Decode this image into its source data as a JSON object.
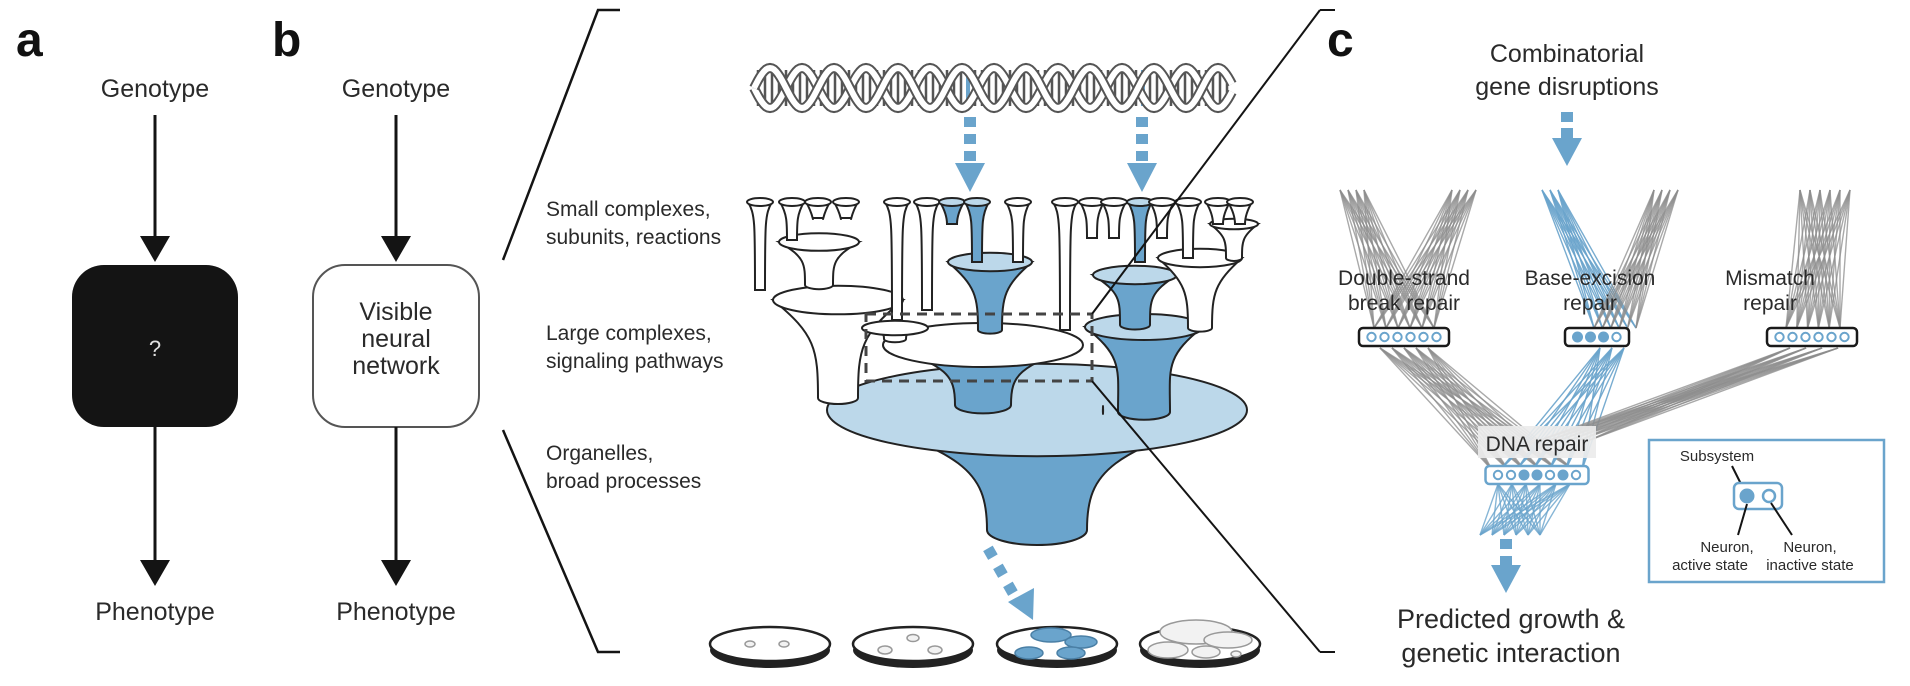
{
  "colors": {
    "accent_blue": "#6aa4cc",
    "light_blue": "#bcd8ea",
    "dark": "#141414",
    "gray_lines": "#8a8a8a"
  },
  "panel_a": {
    "letter": "a",
    "top_label": "Genotype",
    "box_text": "?",
    "bottom_label": "Phenotype"
  },
  "panel_b": {
    "letter": "b",
    "top_label": "Genotype",
    "box_lines": [
      "Visible",
      "neural",
      "network"
    ],
    "bottom_label": "Phenotype",
    "hierarchy_labels": [
      [
        "Small complexes,",
        "subunits, reactions"
      ],
      [
        "Large complexes,",
        "signaling pathways"
      ],
      [
        "Organelles,",
        "broad processes"
      ]
    ],
    "plates": [
      {
        "colonies": "small",
        "highlighted": false
      },
      {
        "colonies": "small",
        "highlighted": false
      },
      {
        "colonies": "medium",
        "highlighted": true
      },
      {
        "colonies": "large",
        "highlighted": false
      }
    ]
  },
  "panel_c": {
    "letter": "c",
    "input_label": [
      "Combinatorial",
      "gene disruptions"
    ],
    "subsystems": [
      {
        "label": [
          "Double-strand",
          "break repair"
        ],
        "neurons": [
          0,
          0,
          0,
          0,
          0,
          0
        ]
      },
      {
        "label": [
          "Base-excision",
          "repair"
        ],
        "neurons": [
          1,
          1,
          1,
          0
        ]
      },
      {
        "label": [
          "Mismatch",
          "repair"
        ],
        "neurons": [
          0,
          0,
          0,
          0,
          0,
          0
        ]
      }
    ],
    "root": {
      "label": "DNA repair",
      "neurons": [
        0,
        0,
        1,
        1,
        0,
        1,
        0
      ]
    },
    "output_label": [
      "Predicted growth &",
      "genetic interaction"
    ],
    "legend": {
      "subsystem": "Subsystem",
      "active": [
        "Neuron,",
        "active state"
      ],
      "inactive": [
        "Neuron,",
        "inactive state"
      ]
    }
  }
}
